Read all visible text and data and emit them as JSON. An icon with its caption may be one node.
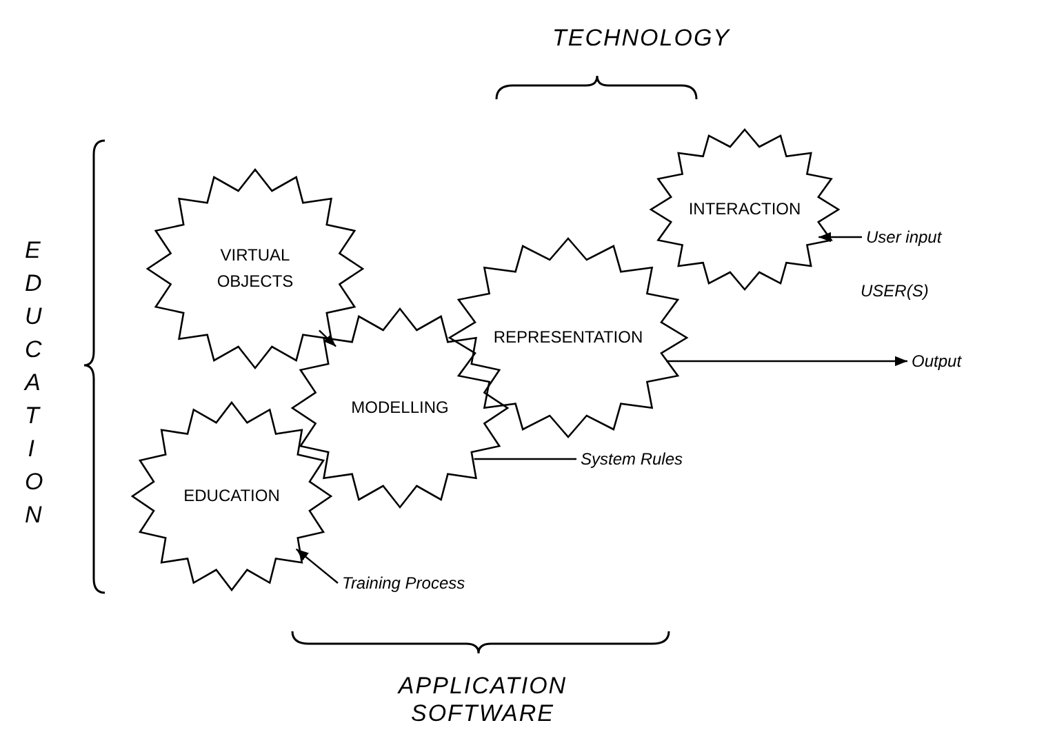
{
  "diagram": {
    "title": "TECHNOLOGY",
    "nodes": [
      {
        "text": [
          "VIRTUAL OBJECTS"
        ]
      },
      {
        "text": [
          "INTERACTION"
        ]
      },
      {
        "text": [
          "REPRESENTATION"
        ]
      },
      {
        "text": [
          "MODELLING"
        ]
      },
      {
        "text": [
          "EDUCATION"
        ]
      },
      {
        "text": [
          "User input"
        ]
      },
      {
        "text": [
          "Output"
        ]
      },
      {
        "text": [
          "System Rules"
        ]
      },
      {
        "text": [
          "Training Process"
        ]
      }
    ],
    "edges": [
      {
        "from": 0,
        "to": 3,
        "arrow": "to"
      },
      {
        "from": 5,
        "to": 1,
        "arrow": "to"
      },
      {
        "from": 2,
        "to": 6,
        "arrow": "to"
      },
      {
        "from": 7,
        "to": 3,
        "arrow": "none"
      },
      {
        "from": 8,
        "to": 4,
        "arrow": "to"
      }
    ],
    "labels": [
      "EDUCATION",
      "USER(S)",
      "APPLICATION SOFTWARE"
    ]
  }
}
